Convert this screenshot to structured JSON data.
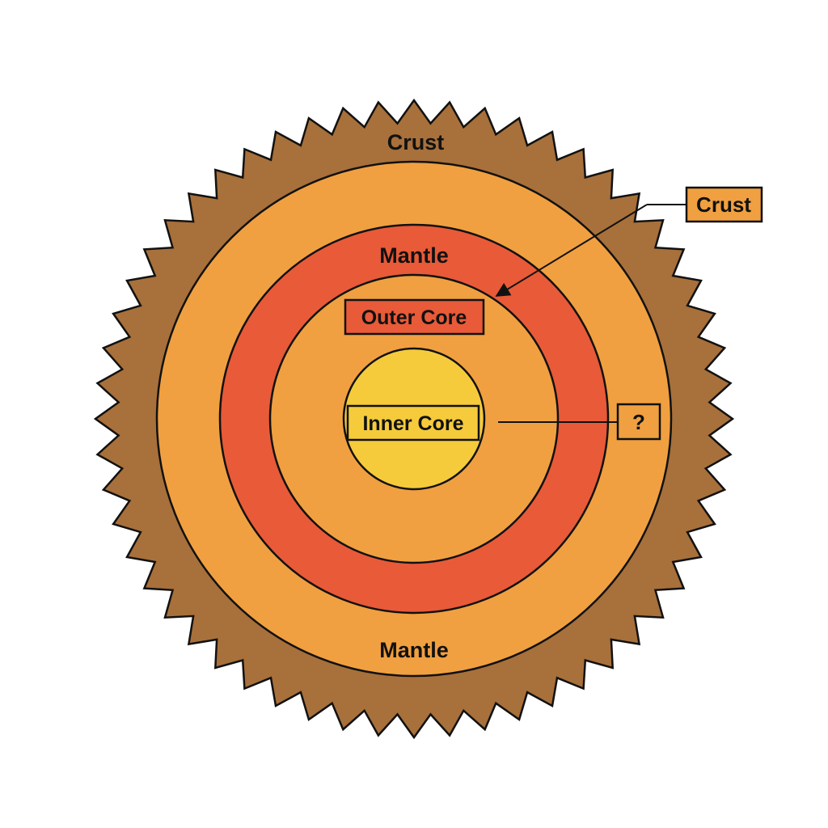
{
  "labels": {
    "crust_top": "Crust",
    "mantle_upper": "Mantle",
    "outer_core": "Outer Core",
    "inner_core": "Inner Core",
    "mantle_lower": "Mantle",
    "callout_crust": "Crust",
    "callout_unknown": "?"
  },
  "colors": {
    "crust": "#A8703A",
    "mantle": "#F0A040",
    "outer_core_ring": "#E85A38",
    "inner_core": "#F5CB3C",
    "outline": "#111111",
    "crust_callout_fill": "#F0A040",
    "outer_core_label_fill": "#E85A38",
    "inner_core_label_fill": "#F5CB3C",
    "unknown_callout_fill": "#F0A040"
  }
}
